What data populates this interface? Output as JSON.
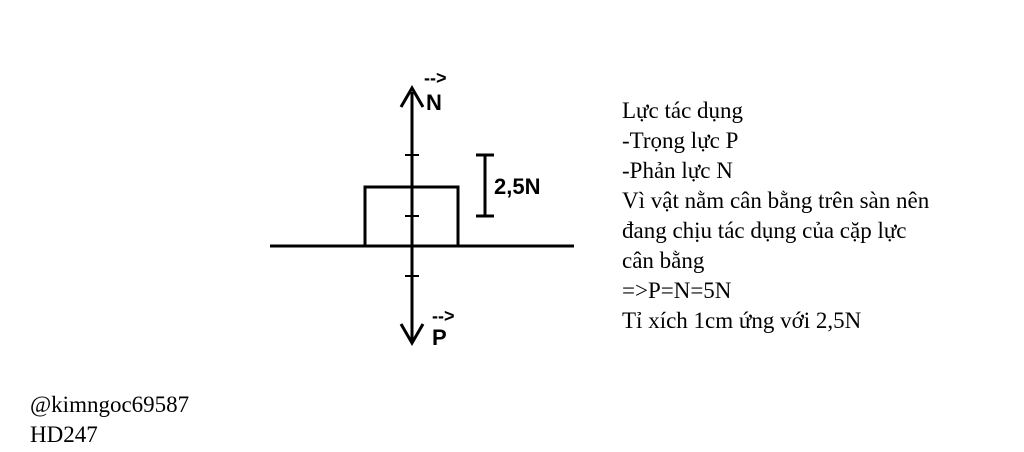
{
  "diagram": {
    "normal_force_label": "N",
    "normal_force_vector_mark": "-->",
    "weight_label": "P",
    "weight_vector_mark": "-->",
    "scale_label": "2,5N"
  },
  "explanation": {
    "lines": [
      "Lực tác dụng",
      "-Trọng lực P",
      "-Phản lực N",
      "Vì vật nằm cân bằng trên sàn nên",
      "đang chịu tác dụng của cặp lực",
      "cân bằng",
      "=>P=N=5N",
      "Tỉ xích 1cm ứng với 2,5N"
    ]
  },
  "credit": {
    "username": "@kimngoc69587",
    "site": "HD247"
  },
  "colors": {
    "line": "#000000",
    "background": "#ffffff"
  }
}
